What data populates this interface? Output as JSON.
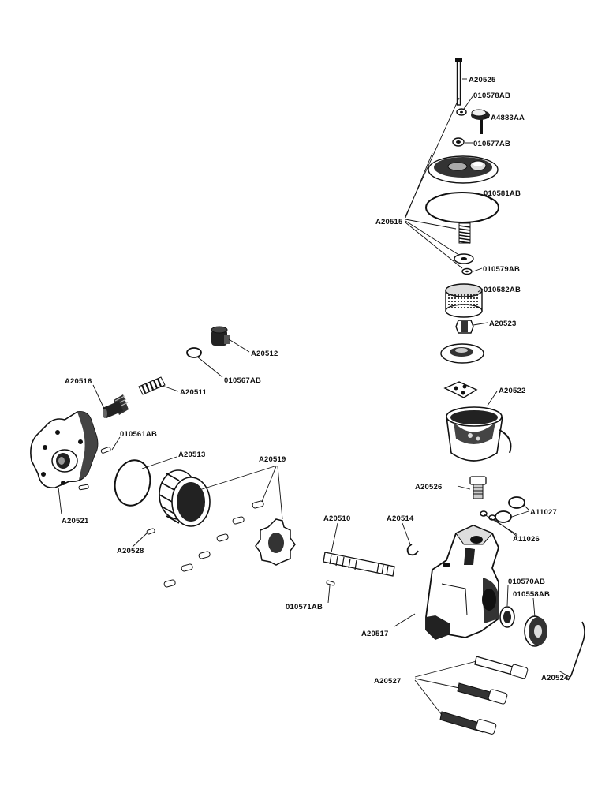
{
  "labels": {
    "A20525": "A20525",
    "010578AB": "010578AB",
    "A4883AA": "A4883AA",
    "010577AB": "010577AB",
    "010581AB": "010581AB",
    "A20515": "A20515",
    "010579AB": "010579AB",
    "010582AB": "010582AB",
    "A20523": "A20523",
    "A20522": "A20522",
    "A20512": "A20512",
    "010567AB": "010567AB",
    "A20516": "A20516",
    "A20511": "A20511",
    "010561AB": "010561AB",
    "A20513": "A20513",
    "A20519": "A20519",
    "A20521": "A20521",
    "A20528": "A20528",
    "A20526": "A20526",
    "A11027": "A11027",
    "A11026": "A11026",
    "A20510": "A20510",
    "A20514": "A20514",
    "010571AB": "010571AB",
    "010570AB": "010570AB",
    "010558AB": "010558AB",
    "A20517": "A20517",
    "A20527": "A20527",
    "A20524": "A20524"
  }
}
